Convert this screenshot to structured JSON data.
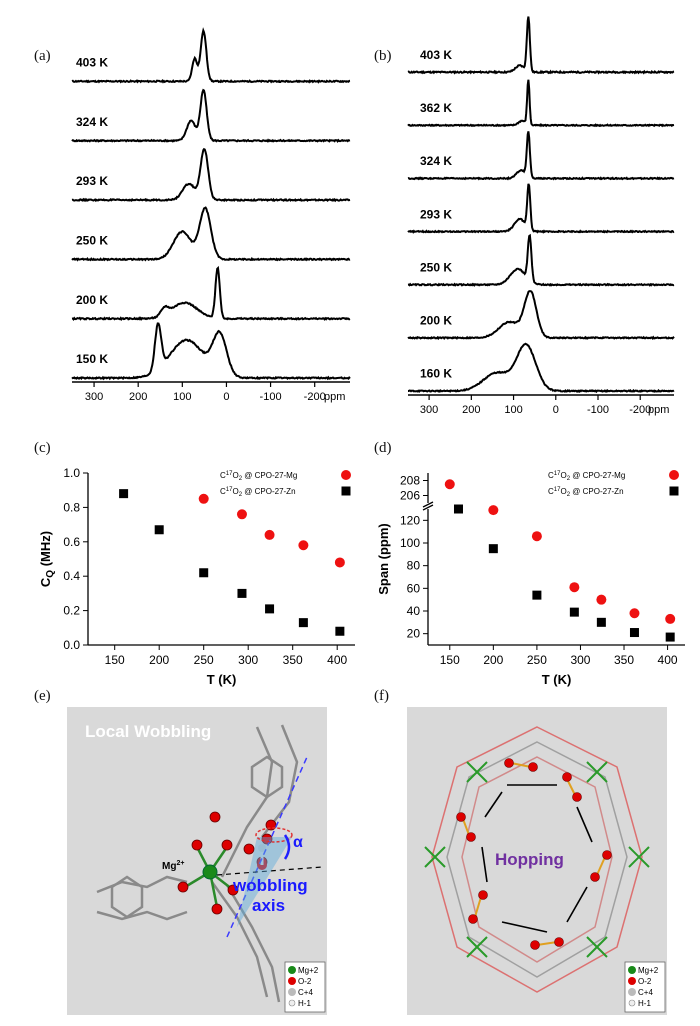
{
  "panel_labels": {
    "a": "(a)",
    "b": "(b)",
    "c": "(c)",
    "d": "(d)",
    "e": "(e)",
    "f": "(f)"
  },
  "chart_data": [
    {
      "id": "a",
      "type": "line",
      "xunit": "ppm",
      "xticks": [
        300,
        200,
        100,
        0,
        -100,
        -200
      ],
      "xlim": [
        350,
        -280
      ],
      "series": [
        {
          "name": "403 K",
          "components": [
            {
              "c": 52,
              "w": 9,
              "a": 1.0
            },
            {
              "c": 72,
              "w": 8,
              "a": 0.45
            }
          ]
        },
        {
          "name": "324 K",
          "components": [
            {
              "c": 52,
              "w": 10,
              "a": 1.0
            },
            {
              "c": 80,
              "w": 14,
              "a": 0.4
            }
          ]
        },
        {
          "name": "293 K",
          "components": [
            {
              "c": 50,
              "w": 12,
              "a": 1.0
            },
            {
              "c": 85,
              "w": 20,
              "a": 0.32
            }
          ]
        },
        {
          "name": "250 K",
          "components": [
            {
              "c": 48,
              "w": 18,
              "a": 1.0
            },
            {
              "c": 100,
              "w": 28,
              "a": 0.55
            }
          ]
        },
        {
          "name": "200 K",
          "components": [
            {
              "c": 20,
              "w": 7,
              "a": 1.0
            },
            {
              "c": 95,
              "w": 40,
              "a": 0.32
            },
            {
              "c": 140,
              "w": 12,
              "a": 0.15
            }
          ]
        },
        {
          "name": "150 K",
          "components": [
            {
              "c": 155,
              "w": 10,
              "a": 0.9
            },
            {
              "c": 90,
              "w": 55,
              "a": 0.75
            },
            {
              "c": 15,
              "w": 22,
              "a": 0.8
            }
          ]
        }
      ]
    },
    {
      "id": "b",
      "type": "line",
      "xunit": "ppm",
      "xticks": [
        300,
        200,
        100,
        0,
        -100,
        -200
      ],
      "xlim": [
        350,
        -280
      ],
      "series": [
        {
          "name": "403 K",
          "components": [
            {
              "c": 65,
              "w": 5,
              "a": 1.0
            },
            {
              "c": 85,
              "w": 15,
              "a": 0.12
            }
          ]
        },
        {
          "name": "362 K",
          "components": [
            {
              "c": 65,
              "w": 4,
              "a": 1.0
            },
            {
              "c": 80,
              "w": 12,
              "a": 0.1
            }
          ]
        },
        {
          "name": "324 K",
          "components": [
            {
              "c": 65,
              "w": 5,
              "a": 1.0
            },
            {
              "c": 82,
              "w": 15,
              "a": 0.18
            }
          ]
        },
        {
          "name": "293 K",
          "components": [
            {
              "c": 64,
              "w": 5,
              "a": 1.0
            },
            {
              "c": 85,
              "w": 18,
              "a": 0.28
            }
          ]
        },
        {
          "name": "250 K",
          "components": [
            {
              "c": 62,
              "w": 6,
              "a": 1.0
            },
            {
              "c": 90,
              "w": 25,
              "a": 0.35
            }
          ]
        },
        {
          "name": "200 K",
          "components": [
            {
              "c": 60,
              "w": 20,
              "a": 1.0
            },
            {
              "c": 110,
              "w": 35,
              "a": 0.35
            }
          ]
        },
        {
          "name": "160 K",
          "components": [
            {
              "c": 70,
              "w": 32,
              "a": 1.0
            },
            {
              "c": 140,
              "w": 45,
              "a": 0.4
            }
          ]
        }
      ]
    },
    {
      "id": "c",
      "type": "scatter",
      "xlabel": "T (K)",
      "ylabel": "C",
      "ylabel_sub": "Q",
      "ylabel_unit": " (MHz)",
      "xlim": [
        120,
        420
      ],
      "ylim": [
        0.0,
        1.0
      ],
      "xticks": [
        150,
        200,
        250,
        300,
        350,
        400
      ],
      "yticks": [
        0.0,
        0.2,
        0.4,
        0.6,
        0.8,
        1.0
      ],
      "yticklabels": [
        "0.0",
        "0.2",
        "0.4",
        "0.6",
        "0.8",
        "1.0"
      ],
      "series": [
        {
          "name": "C17O2 @ CPO-27-Mg",
          "marker": "circle",
          "color": "#ee1111",
          "x": [
            250,
            293,
            324,
            362,
            403
          ],
          "y": [
            0.85,
            0.76,
            0.64,
            0.58,
            0.48
          ]
        },
        {
          "name": "C17O2 @ CPO-27-Zn",
          "marker": "square",
          "color": "#000000",
          "x": [
            160,
            200,
            250,
            293,
            324,
            362,
            403
          ],
          "y": [
            0.88,
            0.67,
            0.42,
            0.3,
            0.21,
            0.13,
            0.08
          ]
        }
      ]
    },
    {
      "id": "d",
      "type": "scatter",
      "xlabel": "T (K)",
      "ylabel": "Span (ppm)",
      "xlim": [
        125,
        420
      ],
      "broken_axis": {
        "lower": [
          10,
          130
        ],
        "upper": [
          205,
          209
        ]
      },
      "xticks": [
        150,
        200,
        250,
        300,
        350,
        400
      ],
      "yticks_lower": [
        20,
        40,
        60,
        80,
        100,
        120
      ],
      "yticks_upper": [
        206,
        208
      ],
      "series": [
        {
          "name": "C17O2 @ CPO-27-Mg",
          "marker": "circle",
          "color": "#ee1111",
          "x": [
            150,
            200,
            250,
            293,
            324,
            362,
            403
          ],
          "y": [
            207.5,
            129,
            106,
            61,
            50,
            38,
            33
          ]
        },
        {
          "name": "C17O2 @ CPO-27-Zn",
          "marker": "square",
          "color": "#000000",
          "x": [
            160,
            200,
            250,
            293,
            324,
            362,
            403
          ],
          "y": [
            130,
            95,
            54,
            39,
            30,
            21,
            17
          ]
        }
      ]
    }
  ],
  "panel_e": {
    "title": "Local Wobbling",
    "metal": "Mg",
    "alpha": "α",
    "axis_line1": "wobbling",
    "axis_line2": "axis",
    "legend": [
      "Mg+2",
      "O-2",
      "C+4",
      "H-1"
    ]
  },
  "panel_f": {
    "title": "Hopping",
    "legend": [
      "Mg+2",
      "O-2",
      "C+4",
      "H-1"
    ]
  },
  "colors": {
    "mg_series": "#ee1111",
    "zn_series": "#000000",
    "wobble_label": "#1a1aff",
    "hopping_label": "#7030a0",
    "panel_bg": "#d9d9d9"
  }
}
